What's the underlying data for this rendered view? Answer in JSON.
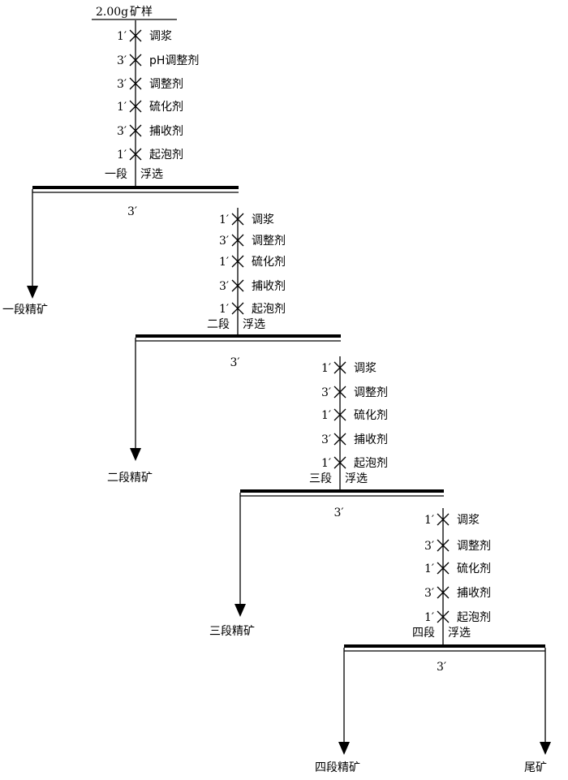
{
  "sample": {
    "mass": "2.00g",
    "label": "矿样"
  },
  "stages": [
    {
      "name": "一段",
      "process": "浮选",
      "time": "3′",
      "concentrate": "一段精矿",
      "steps": [
        {
          "time": "1′",
          "label": "调浆"
        },
        {
          "time": "3′",
          "label": "pH调整剂"
        },
        {
          "time": "3′",
          "label": "调整剂"
        },
        {
          "time": "1′",
          "label": "硫化剂"
        },
        {
          "time": "3′",
          "label": "捕收剂"
        },
        {
          "time": "1′",
          "label": "起泡剂"
        }
      ]
    },
    {
      "name": "二段",
      "process": "浮选",
      "time": "3′",
      "concentrate": "二段精矿",
      "steps": [
        {
          "time": "1′",
          "label": "调浆"
        },
        {
          "time": "3′",
          "label": "调整剂"
        },
        {
          "time": "1′",
          "label": "硫化剂"
        },
        {
          "time": "3′",
          "label": "捕收剂"
        },
        {
          "time": "1′",
          "label": "起泡剂"
        }
      ]
    },
    {
      "name": "三段",
      "process": "浮选",
      "time": "3′",
      "concentrate": "三段精矿",
      "steps": [
        {
          "time": "1′",
          "label": "调浆"
        },
        {
          "time": "3′",
          "label": "调整剂"
        },
        {
          "time": "1′",
          "label": "硫化剂"
        },
        {
          "time": "3′",
          "label": "捕收剂"
        },
        {
          "time": "1′",
          "label": "起泡剂"
        }
      ]
    },
    {
      "name": "四段",
      "process": "浮选",
      "time": "3′",
      "concentrate": "四段精矿",
      "steps": [
        {
          "time": "1′",
          "label": "调浆"
        },
        {
          "time": "3′",
          "label": "调整剂"
        },
        {
          "time": "1′",
          "label": "硫化剂"
        },
        {
          "time": "3′",
          "label": "捕收剂"
        },
        {
          "time": "1′",
          "label": "起泡剂"
        }
      ]
    }
  ],
  "tailings": "尾矿"
}
